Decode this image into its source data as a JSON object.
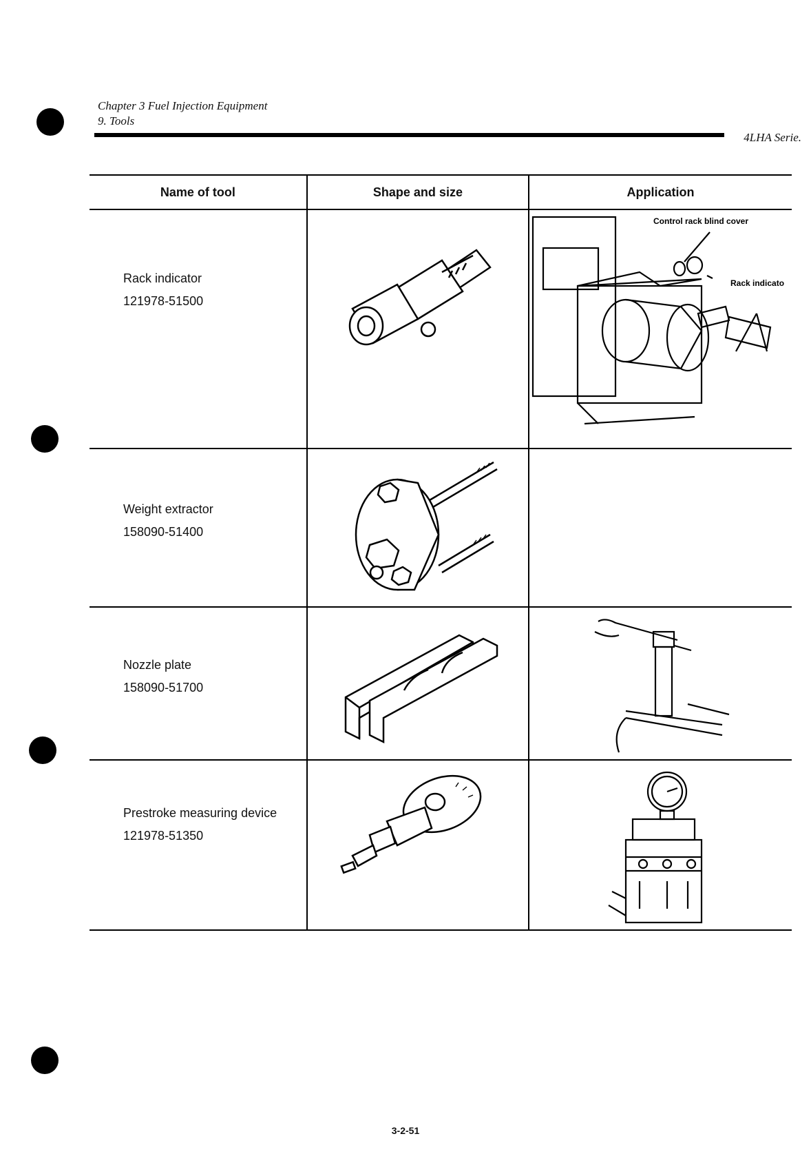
{
  "header": {
    "chapter": "Chapter 3 Fuel Injection Equipment",
    "section": "9. Tools",
    "series": "4LHA Serie."
  },
  "table": {
    "headers": [
      "Name of tool",
      "Shape and size",
      "Application"
    ],
    "rows": [
      {
        "name": "Rack indicator",
        "part_no": "121978-51500",
        "callouts": [
          "Control rack blind cover",
          "Rack indicato"
        ]
      },
      {
        "name": "Weight extractor",
        "part_no": "158090-51400"
      },
      {
        "name": "Nozzle plate",
        "part_no": "158090-51700"
      },
      {
        "name": "Prestroke measuring device",
        "part_no": "121978-51350"
      }
    ]
  },
  "page_number": "3-2-51"
}
